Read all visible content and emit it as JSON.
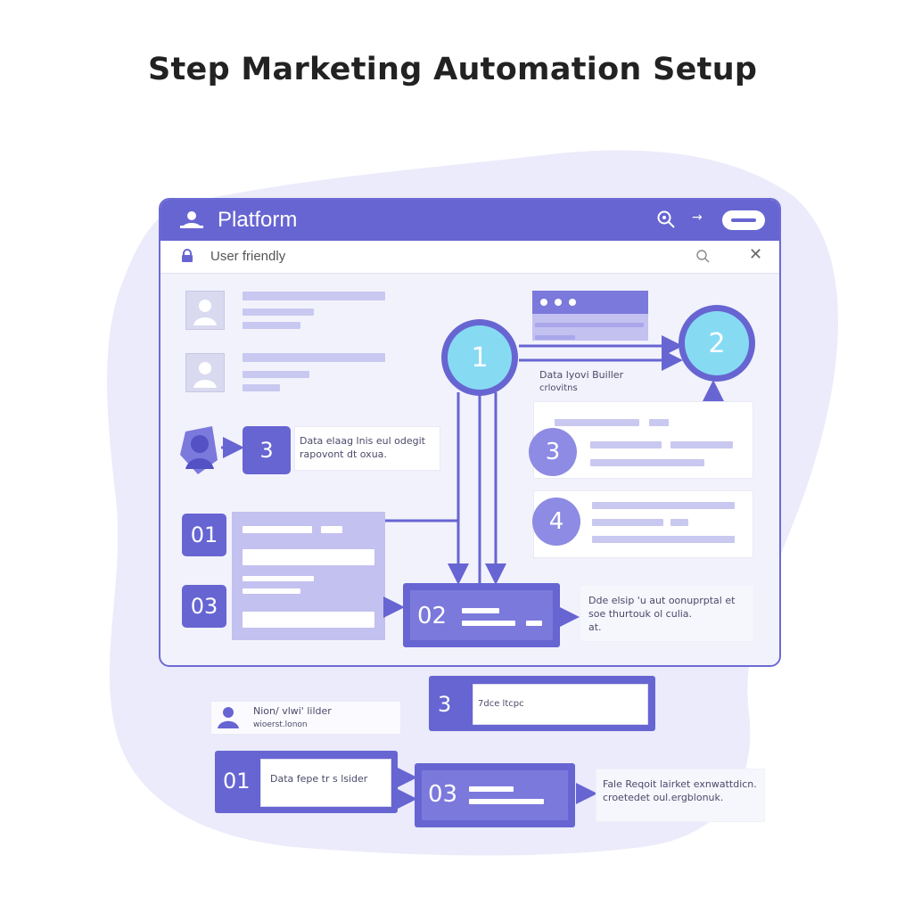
{
  "title": "Step Marketing Automation Setup",
  "window": {
    "title": "Platform",
    "address_text": "User friendly"
  },
  "steps": {
    "left_3": "3",
    "left_01": "01",
    "left_03": "03",
    "circle_1": "1",
    "circle_2": "2",
    "circle_3": "3",
    "circle_4": "4",
    "center_02": "02",
    "lower_3": "3",
    "lower_01": "01",
    "lower_03": "03"
  },
  "texts": {
    "step3_caption": [
      "Data elaag lnis eul odegit",
      "rapovont dt oxua."
    ],
    "builder_caption": [
      "Data lyovi Builler",
      "crlovitns"
    ],
    "right_caption": [
      "Dde elsip 'u aut oonuprptal et",
      "soe thurtouk ol culia.",
      "at."
    ],
    "lower_3_label": "7dce ltcpc",
    "builder_card": [
      "Nion/ vlwi' lilder",
      "wioerst.lonon"
    ],
    "lower_01_label": "Data fepe tr s lsider",
    "final_caption": [
      "Fale Reqoit lairket exnwattdicn.",
      "croetedet oul.ergblonuk."
    ]
  },
  "colors": {
    "primary": "#6765d2",
    "light_purple": "#c9c8f0",
    "blob": "#e6e6fa",
    "cyan": "#7fdcf2"
  }
}
